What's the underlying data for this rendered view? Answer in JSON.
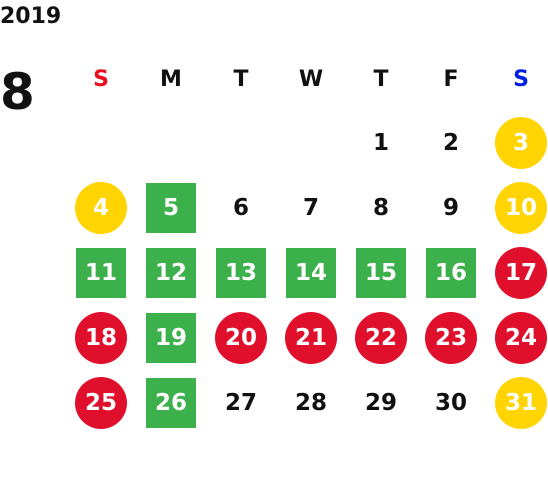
{
  "calendar": {
    "year": "2019",
    "month": "8",
    "weekdays": [
      {
        "label": "S",
        "color": "#e8101e"
      },
      {
        "label": "M",
        "color": "#111111"
      },
      {
        "label": "T",
        "color": "#111111"
      },
      {
        "label": "W",
        "color": "#111111"
      },
      {
        "label": "T",
        "color": "#111111"
      },
      {
        "label": "F",
        "color": "#111111"
      },
      {
        "label": "S",
        "color": "#0020e0"
      }
    ],
    "legend_colors": {
      "green": "#3cb04a",
      "red": "#e0102d",
      "yellow": "#ffd400"
    },
    "weeks": [
      [
        {
          "day": ""
        },
        {
          "day": ""
        },
        {
          "day": ""
        },
        {
          "day": ""
        },
        {
          "day": "1",
          "style": "plain"
        },
        {
          "day": "2",
          "style": "plain"
        },
        {
          "day": "3",
          "style": "yellow"
        }
      ],
      [
        {
          "day": "4",
          "style": "yellow"
        },
        {
          "day": "5",
          "style": "green"
        },
        {
          "day": "6",
          "style": "plain"
        },
        {
          "day": "7",
          "style": "plain"
        },
        {
          "day": "8",
          "style": "plain"
        },
        {
          "day": "9",
          "style": "plain"
        },
        {
          "day": "10",
          "style": "yellow"
        }
      ],
      [
        {
          "day": "11",
          "style": "green"
        },
        {
          "day": "12",
          "style": "green"
        },
        {
          "day": "13",
          "style": "green"
        },
        {
          "day": "14",
          "style": "green"
        },
        {
          "day": "15",
          "style": "green"
        },
        {
          "day": "16",
          "style": "green"
        },
        {
          "day": "17",
          "style": "red"
        }
      ],
      [
        {
          "day": "18",
          "style": "red"
        },
        {
          "day": "19",
          "style": "green"
        },
        {
          "day": "20",
          "style": "red"
        },
        {
          "day": "21",
          "style": "red"
        },
        {
          "day": "22",
          "style": "red"
        },
        {
          "day": "23",
          "style": "red"
        },
        {
          "day": "24",
          "style": "red"
        }
      ],
      [
        {
          "day": "25",
          "style": "red"
        },
        {
          "day": "26",
          "style": "green"
        },
        {
          "day": "27",
          "style": "plain"
        },
        {
          "day": "28",
          "style": "plain"
        },
        {
          "day": "29",
          "style": "plain"
        },
        {
          "day": "30",
          "style": "plain"
        },
        {
          "day": "31",
          "style": "yellow"
        }
      ]
    ]
  }
}
